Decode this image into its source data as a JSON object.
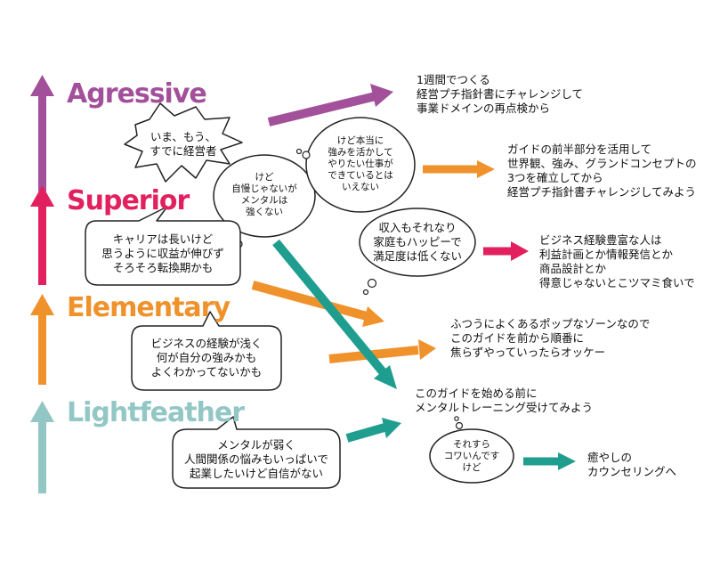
{
  "colors": {
    "agressive": "#a3509b",
    "superior": "#e2205f",
    "elementary": "#f0922b",
    "lightfeather": "#92c7c5",
    "teal_arrow": "#1f9e8f"
  },
  "levels": {
    "agressive": "Agressive",
    "superior": "Superior",
    "elementary": "Elementary",
    "lightfeather": "Lightfeather"
  },
  "bubbles": {
    "already_ceo": "いま、もう、\nすでに経営者",
    "not_confident": "けど\n自慢じゃないが\nメンタルは\n強くない",
    "not_sure_strength": "けど本当に\n強みを活かして\nやりたい仕事が\nできているとは\nいえない",
    "long_career": "キャリアは長いけど\n思うように収益が伸びず\nそろそろ転換期かも",
    "income_ok": "収入もそれなり\n家庭もハッピーで\n満足度は低くない",
    "beginner": "ビジネスの経験が浅く\n何が自分の強みかも\nよくわかってないかも",
    "weak_mental": "メンタルが弱く\n人間関係の悩みもいっぱいで\n起業したいけど自信がない",
    "scared": "それすら\nコワいんです\nけど"
  },
  "results": {
    "one_week": "1週間でつくる\n経営プチ指針書にチャレンジして\n事業ドメインの再点検から",
    "first_half": "ガイドの前半部分を活用して\n世界観、強み、グランドコンセプトの\n3つを確立してから\n経営プチ指針書チャレンジしてみよう",
    "pick_parts": "ビジネス経験豊富な人は\n利益計画とか情報発信とか\n商品設計とか\n得意じゃないとこツマミ食いで",
    "in_order": "ふつうによくあるポップなゾーンなので\nこのガイドを前から順番に\n焦らずやっていったらオッケー",
    "mental_training": "このガイドを始める前に\nメンタルトレーニング受けてみよう",
    "counseling": "癒やしの\nカウンセリングへ"
  }
}
